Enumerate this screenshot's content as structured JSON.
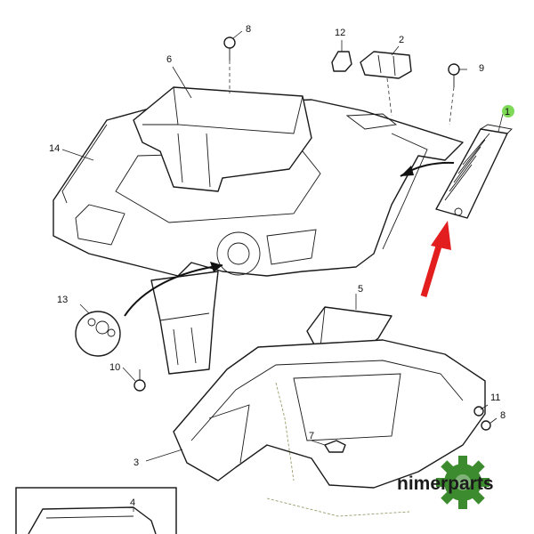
{
  "diagram": {
    "callouts": {
      "p1": "1",
      "p2": "2",
      "p3": "3",
      "p4": "4",
      "p5": "5",
      "p6": "6",
      "p7": "7",
      "p8a": "8",
      "p8b": "8",
      "p9": "9",
      "p10": "10",
      "p11": "11",
      "p12": "12",
      "p13": "13",
      "p14": "14"
    },
    "highlight_color": "#7ed957",
    "arrow_color": "#e31e1e"
  },
  "watermark": {
    "brand": "nimerparts",
    "icon": "gear-icon",
    "color": "#3d8b2f"
  }
}
